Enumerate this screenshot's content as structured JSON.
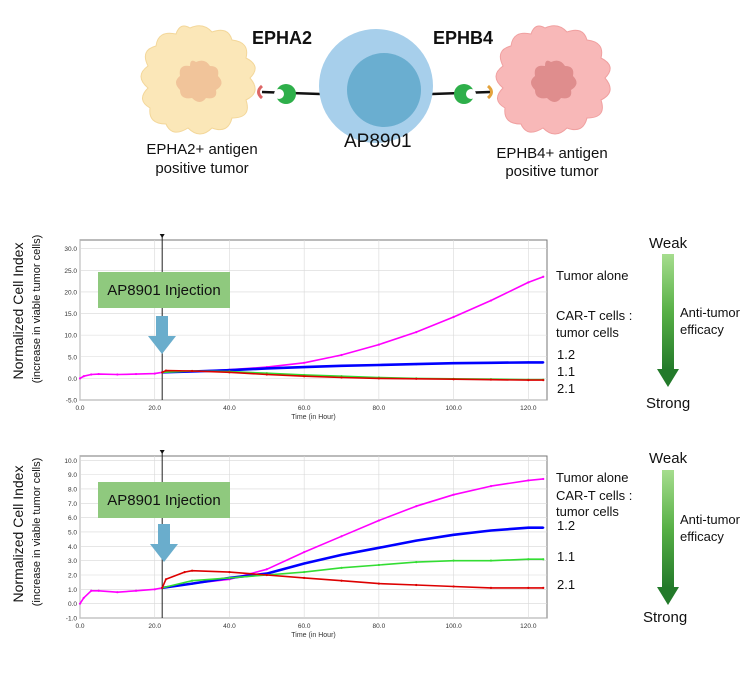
{
  "diagram": {
    "left_receptor": "EPHA2",
    "right_receptor": "EPHB4",
    "center_cell": "AP8901",
    "left_tumor": [
      "EPHA2+ antigen",
      "positive tumor"
    ],
    "right_tumor": [
      "EPHB4+ antigen",
      "positive tumor"
    ]
  },
  "colors": {
    "tumor_alone": "#ff00ff",
    "ratio_1_2": "#0000ff",
    "ratio_1_1": "#33dd33",
    "ratio_2_1": "#dd0000",
    "injection_box": "#8fc97e",
    "injection_arrow": "#6aadcc",
    "efficacy_arrow": "#237a2a"
  },
  "chart_data": [
    {
      "type": "line",
      "xlabel": "Time (in Hour)",
      "ylabel": [
        "Normalized Cell Index",
        "(increase in viable tumor cells)"
      ],
      "xlim": [
        0,
        125
      ],
      "ylim": [
        -5.0,
        32.0
      ],
      "xticks": [
        "0.0",
        "20.0",
        "40.0",
        "60.0",
        "80.0",
        "100.0",
        "120.0"
      ],
      "yticks": [
        "-5.0",
        "0.0",
        "5.0",
        "10.0",
        "15.0",
        "20.0",
        "25.0",
        "30.0"
      ],
      "injection_x": 22,
      "injection_label": "AP8901 Injection",
      "series": [
        {
          "name": "Tumor alone",
          "key": "tumor_alone",
          "x": [
            0,
            1,
            3,
            5,
            10,
            15,
            20,
            22,
            30,
            40,
            50,
            60,
            70,
            80,
            90,
            100,
            110,
            120,
            124
          ],
          "y": [
            0.0,
            0.5,
            0.9,
            1.0,
            0.9,
            1.0,
            1.1,
            1.4,
            1.6,
            2.0,
            2.6,
            3.6,
            5.4,
            7.8,
            10.7,
            14.2,
            18.0,
            22.2,
            23.5
          ]
        },
        {
          "name": "1.2",
          "key": "ratio_1_2",
          "x": [
            22,
            30,
            40,
            50,
            60,
            70,
            80,
            90,
            100,
            110,
            120,
            124
          ],
          "y": [
            1.4,
            1.6,
            1.9,
            2.3,
            2.6,
            2.9,
            3.1,
            3.3,
            3.5,
            3.6,
            3.7,
            3.7
          ]
        },
        {
          "name": "1.1",
          "key": "ratio_1_1",
          "x": [
            22,
            30,
            40,
            50,
            60,
            70,
            80,
            90,
            100,
            110,
            120,
            124
          ],
          "y": [
            1.4,
            1.7,
            1.6,
            1.2,
            0.8,
            0.5,
            0.2,
            0.0,
            -0.1,
            -0.2,
            -0.3,
            -0.3
          ]
        },
        {
          "name": "2.1",
          "key": "ratio_2_1",
          "x": [
            22,
            23,
            30,
            40,
            50,
            60,
            70,
            80,
            90,
            100,
            110,
            120,
            124
          ],
          "y": [
            1.4,
            1.8,
            1.7,
            1.4,
            0.9,
            0.5,
            0.2,
            0.0,
            -0.1,
            -0.2,
            -0.3,
            -0.4,
            -0.4
          ]
        }
      ]
    },
    {
      "type": "line",
      "xlabel": "Time (in Hour)",
      "ylabel": [
        "Normalized Cell Index",
        "(increase in viable tumor cells)"
      ],
      "xlim": [
        0,
        125
      ],
      "ylim": [
        -1.0,
        10.3
      ],
      "xticks": [
        "0.0",
        "20.0",
        "40.0",
        "60.0",
        "80.0",
        "100.0",
        "120.0"
      ],
      "yticks": [
        "-1.0",
        "0.0",
        "1.0",
        "2.0",
        "3.0",
        "4.0",
        "5.0",
        "6.0",
        "7.0",
        "8.0",
        "9.0",
        "10.0"
      ],
      "injection_x": 22,
      "injection_label": "AP8901 Injection",
      "series": [
        {
          "name": "Tumor alone",
          "key": "tumor_alone",
          "x": [
            0,
            1,
            3,
            5,
            10,
            15,
            20,
            22,
            30,
            40,
            50,
            60,
            70,
            80,
            90,
            100,
            110,
            120,
            124
          ],
          "y": [
            0.0,
            0.4,
            0.9,
            0.9,
            0.8,
            0.9,
            1.0,
            1.1,
            1.4,
            1.7,
            2.4,
            3.6,
            4.7,
            5.8,
            6.8,
            7.6,
            8.2,
            8.6,
            8.7
          ]
        },
        {
          "name": "1.2",
          "key": "ratio_1_2",
          "x": [
            22,
            30,
            40,
            50,
            60,
            70,
            80,
            90,
            100,
            110,
            120,
            124
          ],
          "y": [
            1.1,
            1.4,
            1.8,
            2.1,
            2.8,
            3.4,
            3.9,
            4.4,
            4.8,
            5.1,
            5.3,
            5.3
          ]
        },
        {
          "name": "1.1",
          "key": "ratio_1_1",
          "x": [
            22,
            30,
            40,
            50,
            60,
            70,
            80,
            90,
            100,
            110,
            120,
            124
          ],
          "y": [
            1.1,
            1.6,
            1.8,
            2.0,
            2.2,
            2.5,
            2.7,
            2.9,
            3.0,
            3.0,
            3.1,
            3.1
          ]
        },
        {
          "name": "2.1",
          "key": "ratio_2_1",
          "x": [
            22,
            23,
            28,
            30,
            40,
            50,
            60,
            70,
            80,
            90,
            100,
            110,
            120,
            124
          ],
          "y": [
            1.1,
            1.7,
            2.2,
            2.3,
            2.2,
            2.0,
            1.8,
            1.6,
            1.4,
            1.3,
            1.2,
            1.1,
            1.1,
            1.1
          ]
        }
      ]
    }
  ],
  "labels": {
    "tumor_alone": "Tumor alone",
    "cart_line1": "CAR-T cells :",
    "cart_line2": "tumor cells",
    "r12": "1.2",
    "r11": "1.1",
    "r21": "2.1",
    "weak": "Weak",
    "strong": "Strong",
    "anti_tumor_1": "Anti-tumor",
    "anti_tumor_2": "efficacy"
  }
}
